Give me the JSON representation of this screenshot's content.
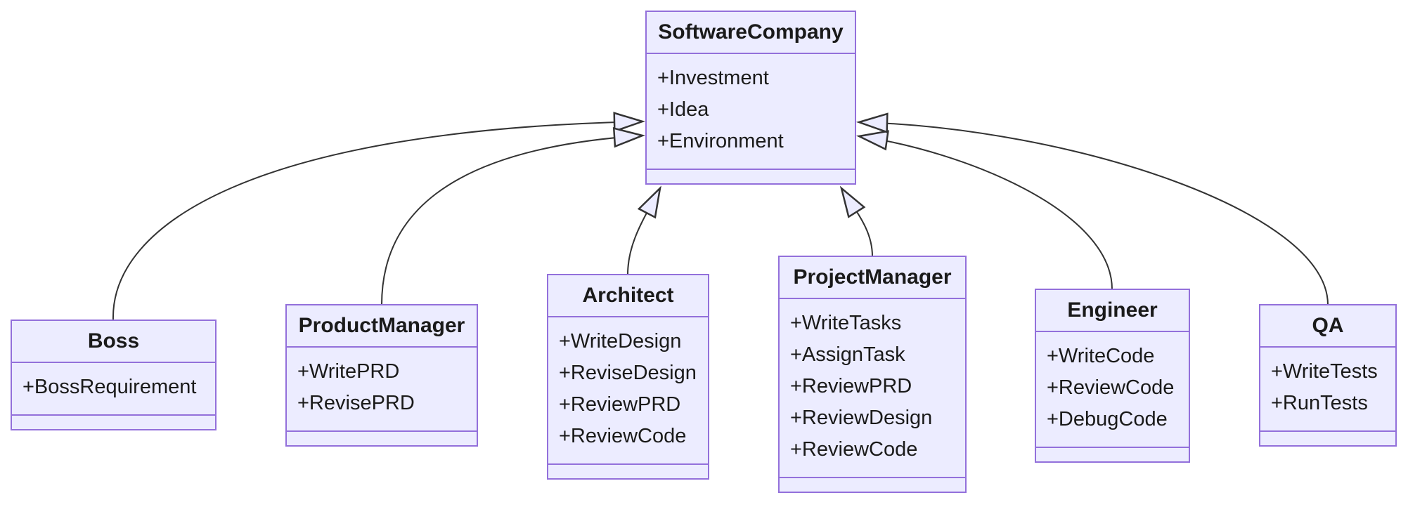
{
  "diagram": {
    "type": "uml-class-diagram",
    "classes": [
      {
        "name": "SoftwareCompany",
        "attributes": [
          "+Investment",
          "+Idea",
          "+Environment"
        ],
        "methods": []
      },
      {
        "name": "Boss",
        "attributes": [
          "+BossRequirement"
        ],
        "methods": []
      },
      {
        "name": "ProductManager",
        "attributes": [
          "+WritePRD",
          "+RevisePRD"
        ],
        "methods": []
      },
      {
        "name": "Architect",
        "attributes": [
          "+WriteDesign",
          "+ReviseDesign",
          "+ReviewPRD",
          "+ReviewCode"
        ],
        "methods": []
      },
      {
        "name": "ProjectManager",
        "attributes": [
          "+WriteTasks",
          "+AssignTask",
          "+ReviewPRD",
          "+ReviewDesign",
          "+ReviewCode"
        ],
        "methods": []
      },
      {
        "name": "Engineer",
        "attributes": [
          "+WriteCode",
          "+ReviewCode",
          "+DebugCode"
        ],
        "methods": []
      },
      {
        "name": "QA",
        "attributes": [
          "+WriteTests",
          "+RunTests"
        ],
        "methods": []
      }
    ],
    "relationships": [
      {
        "from": "Boss",
        "to": "SoftwareCompany",
        "type": "inheritance"
      },
      {
        "from": "ProductManager",
        "to": "SoftwareCompany",
        "type": "inheritance"
      },
      {
        "from": "Architect",
        "to": "SoftwareCompany",
        "type": "inheritance"
      },
      {
        "from": "ProjectManager",
        "to": "SoftwareCompany",
        "type": "inheritance"
      },
      {
        "from": "Engineer",
        "to": "SoftwareCompany",
        "type": "inheritance"
      },
      {
        "from": "QA",
        "to": "SoftwareCompany",
        "type": "inheritance"
      }
    ],
    "colors": {
      "node_fill": "#ECECFF",
      "node_border": "#9370DB",
      "edge": "#333333",
      "text": "#1a1a1a",
      "background": "#ffffff"
    }
  }
}
